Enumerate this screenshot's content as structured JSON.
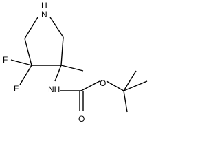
{
  "molecule": {
    "atoms": {
      "ring_nitrogen": "N",
      "ring_nitrogen_h": "H",
      "fluorine_1": "F",
      "fluorine_2": "F",
      "amide_nitrogen": "NH",
      "ester_oxygen": "O",
      "carbonyl_oxygen": "O"
    }
  }
}
